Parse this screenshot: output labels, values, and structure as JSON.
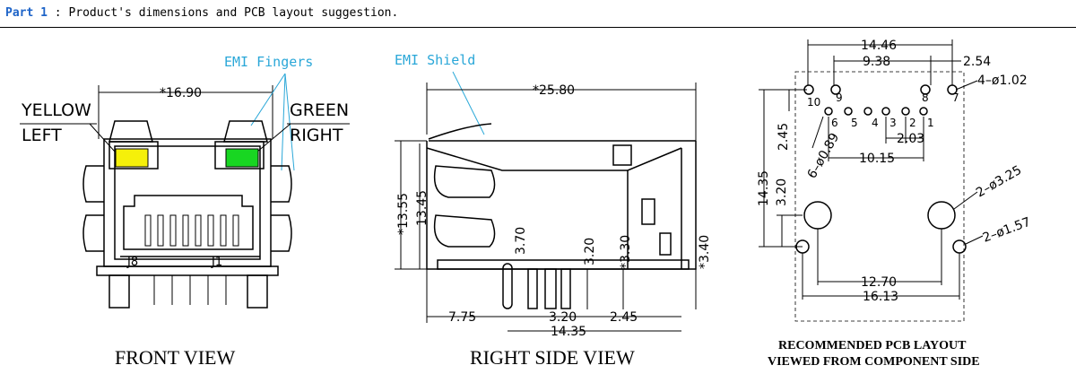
{
  "header": {
    "part": "Part 1",
    "title": " : Product's dimensions and PCB layout suggestion."
  },
  "colors": {
    "accent": "#1e64c8",
    "callout": "#2aa7d8",
    "led_yellow": "#f5f00a",
    "led_green": "#18d622"
  },
  "front": {
    "caption": "FRONT VIEW",
    "yellow": "YELLOW",
    "left": "LEFT",
    "green": "GREEN",
    "right": "RIGHT",
    "emi_fingers": "EMI Fingers",
    "width": "*16.90",
    "pin_j8": "J8",
    "pin_j1": "J1"
  },
  "side": {
    "caption": "RIGHT SIDE VIEW",
    "emi_shield": "EMI Shield",
    "length": "*25.80",
    "h1": "*13.55",
    "h2": "13.45",
    "d370": "3.70",
    "d320a": "3.20",
    "d330": "*3.30",
    "d340": "*3.40",
    "d775": "7.75",
    "d320b": "3.20",
    "d245": "2.45",
    "d1435": "14.35"
  },
  "pcb": {
    "caption1": "RECOMMENDED PCB LAYOUT",
    "caption2": "VIEWED FROM COMPONENT SIDE",
    "w1446": "14.46",
    "w938": "9.38",
    "w254": "2.54",
    "hole102": "4–ø1.02",
    "d245": "2.45",
    "d203": "2.03",
    "d1015": "10.15",
    "hole089": "6–ø0.89",
    "h1435": "14.35",
    "h320": "3.20",
    "hole325": "2–ø3.25",
    "hole157": "2–ø1.57",
    "w1270": "12.70",
    "w1613": "16.13",
    "pins_top": [
      "10",
      "9",
      "8",
      "7"
    ],
    "pins_bottom": [
      "6",
      "5",
      "4",
      "3",
      "2",
      "1"
    ]
  }
}
